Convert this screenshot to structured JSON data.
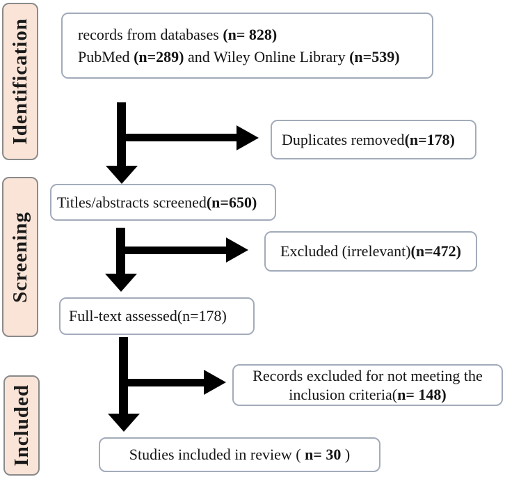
{
  "diagram_type": "study-selection-flowchart",
  "colors": {
    "stage_fill": "#fae4d8",
    "stage_border": "#8a8a8a",
    "box_border": "#a2abba",
    "arrow": "#000000",
    "text": "#151515"
  },
  "stages": [
    {
      "label": "Identification"
    },
    {
      "label": "Screening"
    },
    {
      "label": "Included"
    }
  ],
  "boxes": {
    "records": {
      "line1": [
        "records from databases ",
        "(n= 828)"
      ],
      "line2": [
        "PubMed ",
        "(n=289)",
        " and Wiley Online Library ",
        "(n=539)"
      ]
    },
    "duplicates": {
      "segments": [
        "Duplicates removed",
        "(n=178)"
      ]
    },
    "titles": {
      "segments": [
        "Titles/abstracts screened",
        "(n=650)"
      ]
    },
    "excluded": {
      "segments": [
        "Excluded (irrelevant)",
        "(n=472)"
      ]
    },
    "fulltext": {
      "segments": [
        "Full-text assessed(n=178)"
      ]
    },
    "records_excluded": {
      "line1": [
        "Records excluded for not meeting the"
      ],
      "line2": [
        "inclusion criteria(",
        "n= 148)"
      ]
    },
    "studies": {
      "segments": [
        "Studies included in review ( ",
        "n= 30",
        " )"
      ]
    }
  },
  "counts": {
    "records_total": 828,
    "pubmed": 289,
    "wiley": 539,
    "duplicates_removed": 178,
    "titles_abstracts_screened": 650,
    "excluded_irrelevant": 472,
    "fulltext_assessed": 178,
    "excluded_not_meeting_criteria": 148,
    "included_in_review": 30
  }
}
